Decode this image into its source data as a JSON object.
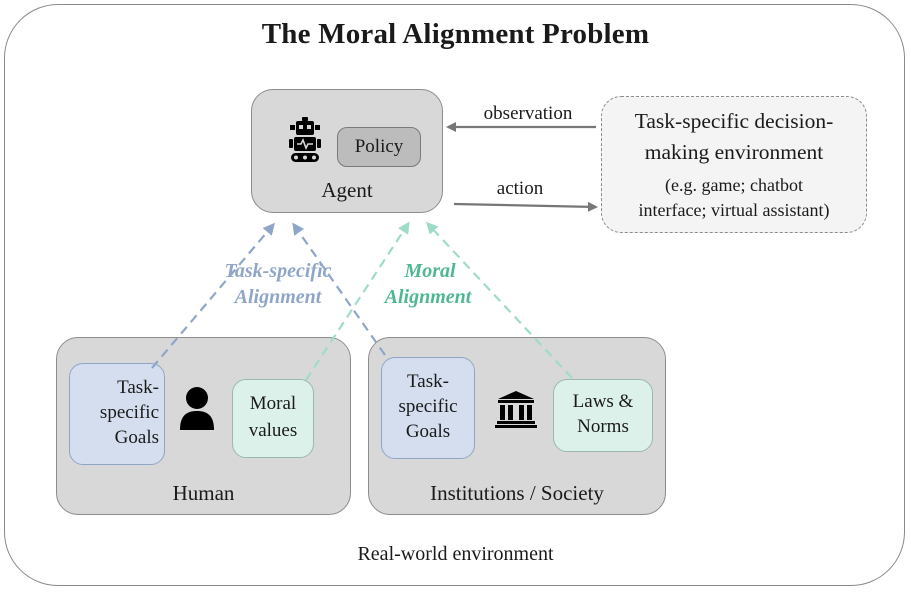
{
  "title": "The Moral Alignment Problem",
  "agent": {
    "label": "Agent",
    "policy": "Policy",
    "icon": "robot-icon"
  },
  "environment": {
    "line1": "Task-specific decision-",
    "line2": "making environment",
    "line3": "(e.g. game; chatbot",
    "line4": "interface; virtual assistant)"
  },
  "arrows": {
    "observation": "observation",
    "action": "action"
  },
  "alignments": {
    "task": {
      "line1": "Task-specific",
      "line2": "Alignment",
      "color": "#8fa6c9"
    },
    "moral": {
      "line1": "Moral",
      "line2": "Alignment",
      "color": "#5fc4a1"
    }
  },
  "human": {
    "label": "Human",
    "icon": "person-icon",
    "goals": {
      "line1": "Task-",
      "line2": "specific",
      "line3": "Goals"
    },
    "values": {
      "line1": "Moral",
      "line2": "values"
    }
  },
  "institutions": {
    "label": "Institutions / Society",
    "icon": "institution-icon",
    "goals": {
      "line1": "Task-",
      "line2": "specific",
      "line3": "Goals"
    },
    "laws": {
      "line1": "Laws &",
      "line2": "Norms"
    }
  },
  "footer": "Real-world environment"
}
